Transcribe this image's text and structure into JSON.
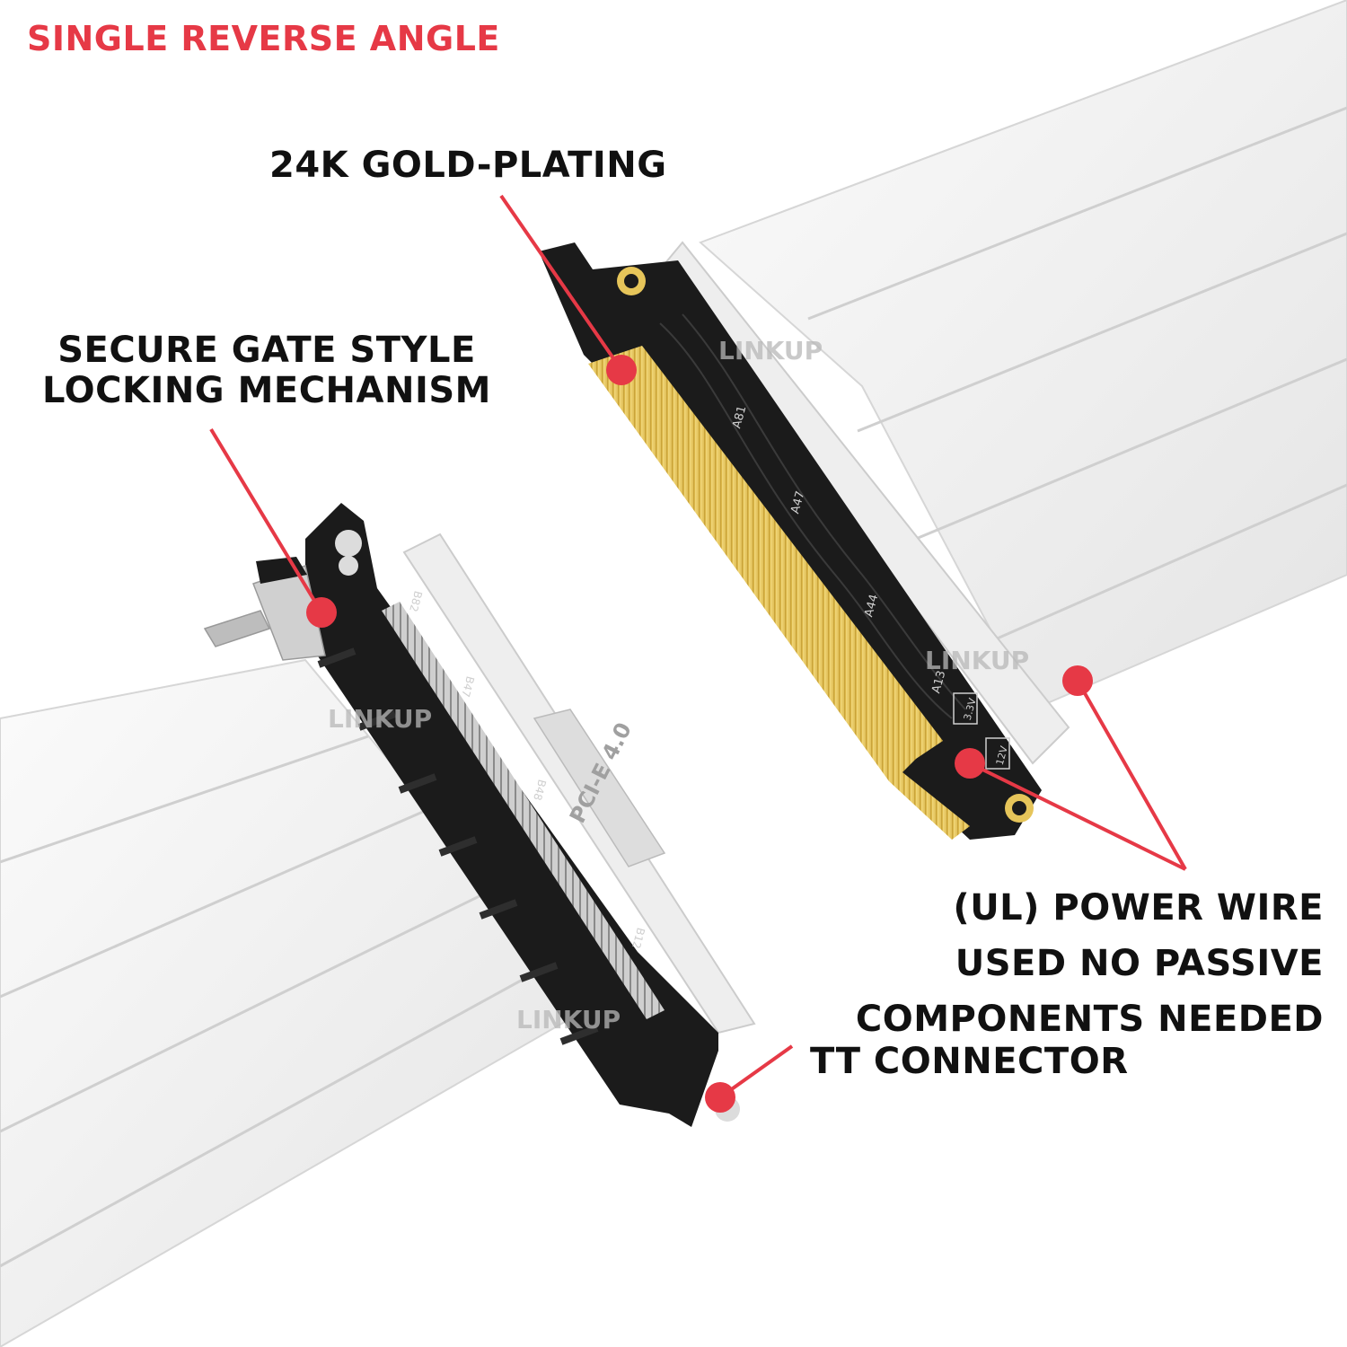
{
  "heading": "SINGLE REVERSE ANGLE",
  "callouts": {
    "gold_plating": "24K GOLD-PLATING",
    "locking": [
      "SECURE GATE STYLE",
      "LOCKING MECHANISM"
    ],
    "power_wire": [
      "(UL) POWER WIRE",
      "USED NO PASSIVE",
      "COMPONENTS NEEDED"
    ],
    "tt_connector": "TT CONNECTOR"
  },
  "product": {
    "brand": "LINKUP",
    "slot_label": "PCI-E 4.0",
    "pin_labels_upper": [
      "A81",
      "A47",
      "A44",
      "A13"
    ],
    "pin_labels_lower": [
      "B82",
      "B47",
      "B48",
      "B12"
    ],
    "voltage_labels": [
      "3.3V",
      "12V"
    ]
  },
  "colors": {
    "accent": "#e63946",
    "text": "#111111",
    "pcb": "#1b1b1b",
    "gold": "#e6c55a",
    "cable": "#f0f0f0"
  }
}
